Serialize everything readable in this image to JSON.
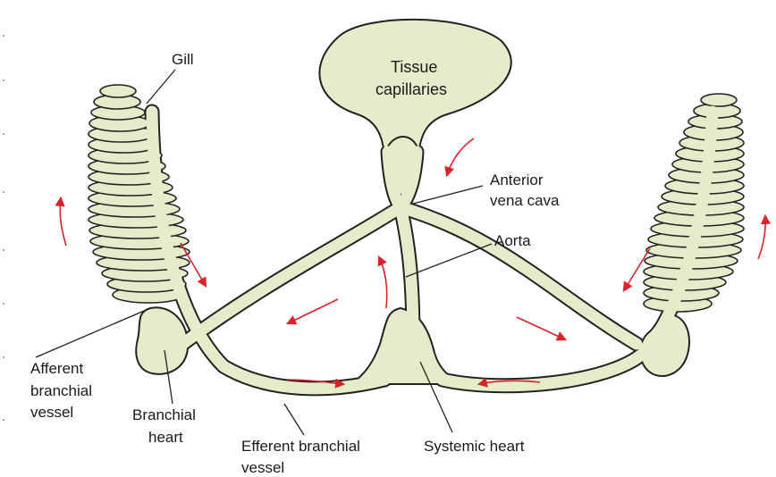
{
  "labels": {
    "gill": "Gill",
    "tissue_line1": "Tissue",
    "tissue_line2": "capillaries",
    "anterior_line1": "Anterior",
    "anterior_line2": "vena cava",
    "aorta": "Aorta",
    "afferent_line1": "Afferent",
    "afferent_line2": "branchial",
    "afferent_line3": "vessel",
    "branchial_line1": "Branchial",
    "branchial_line2": "heart",
    "efferent_line1": "Efferent branchial",
    "efferent_line2": "vessel",
    "systemic": "Systemic heart"
  },
  "colors": {
    "organ_fill": "#e6ecc9",
    "outline": "#222222",
    "flow_arrow": "#d8232a"
  }
}
